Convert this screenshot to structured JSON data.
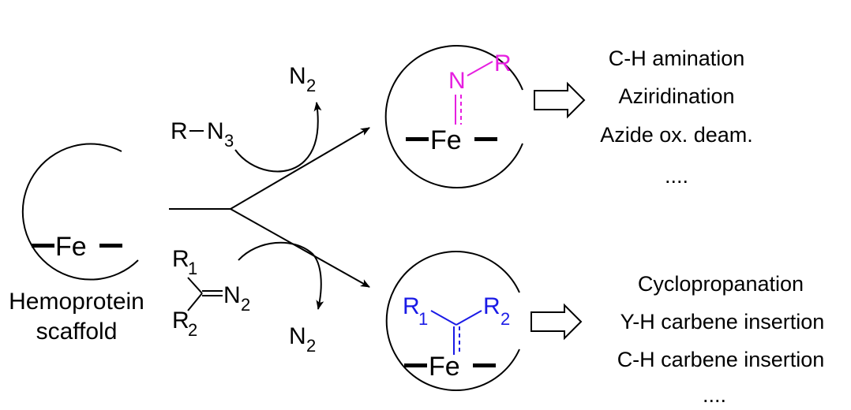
{
  "colors": {
    "ink": "#000000",
    "nitrene": "#e61fe0",
    "carbene": "#1a1ae6"
  },
  "scaffold": {
    "metal": "Fe",
    "caption_line1": "Hemoprotein",
    "caption_line2": "scaffold"
  },
  "azide": {
    "r": "R",
    "n": "N",
    "n_count": "3"
  },
  "diazo": {
    "r": "R",
    "r1_index": "1",
    "r2_index": "2",
    "n": "N",
    "n_count": "2"
  },
  "byproduct": {
    "n": "N",
    "n_count": "2"
  },
  "nitrene_complex": {
    "n": "N",
    "r": "R",
    "metal": "Fe"
  },
  "carbene_complex": {
    "r": "R",
    "r1_index": "1",
    "r2_index": "2",
    "metal": "Fe"
  },
  "nitrene_products": [
    "C-H amination",
    "Aziridination",
    "Azide ox. deam.",
    "...."
  ],
  "carbene_products": [
    "Cyclopropanation",
    "Y-H carbene insertion",
    "C-H carbene insertion",
    "...."
  ]
}
